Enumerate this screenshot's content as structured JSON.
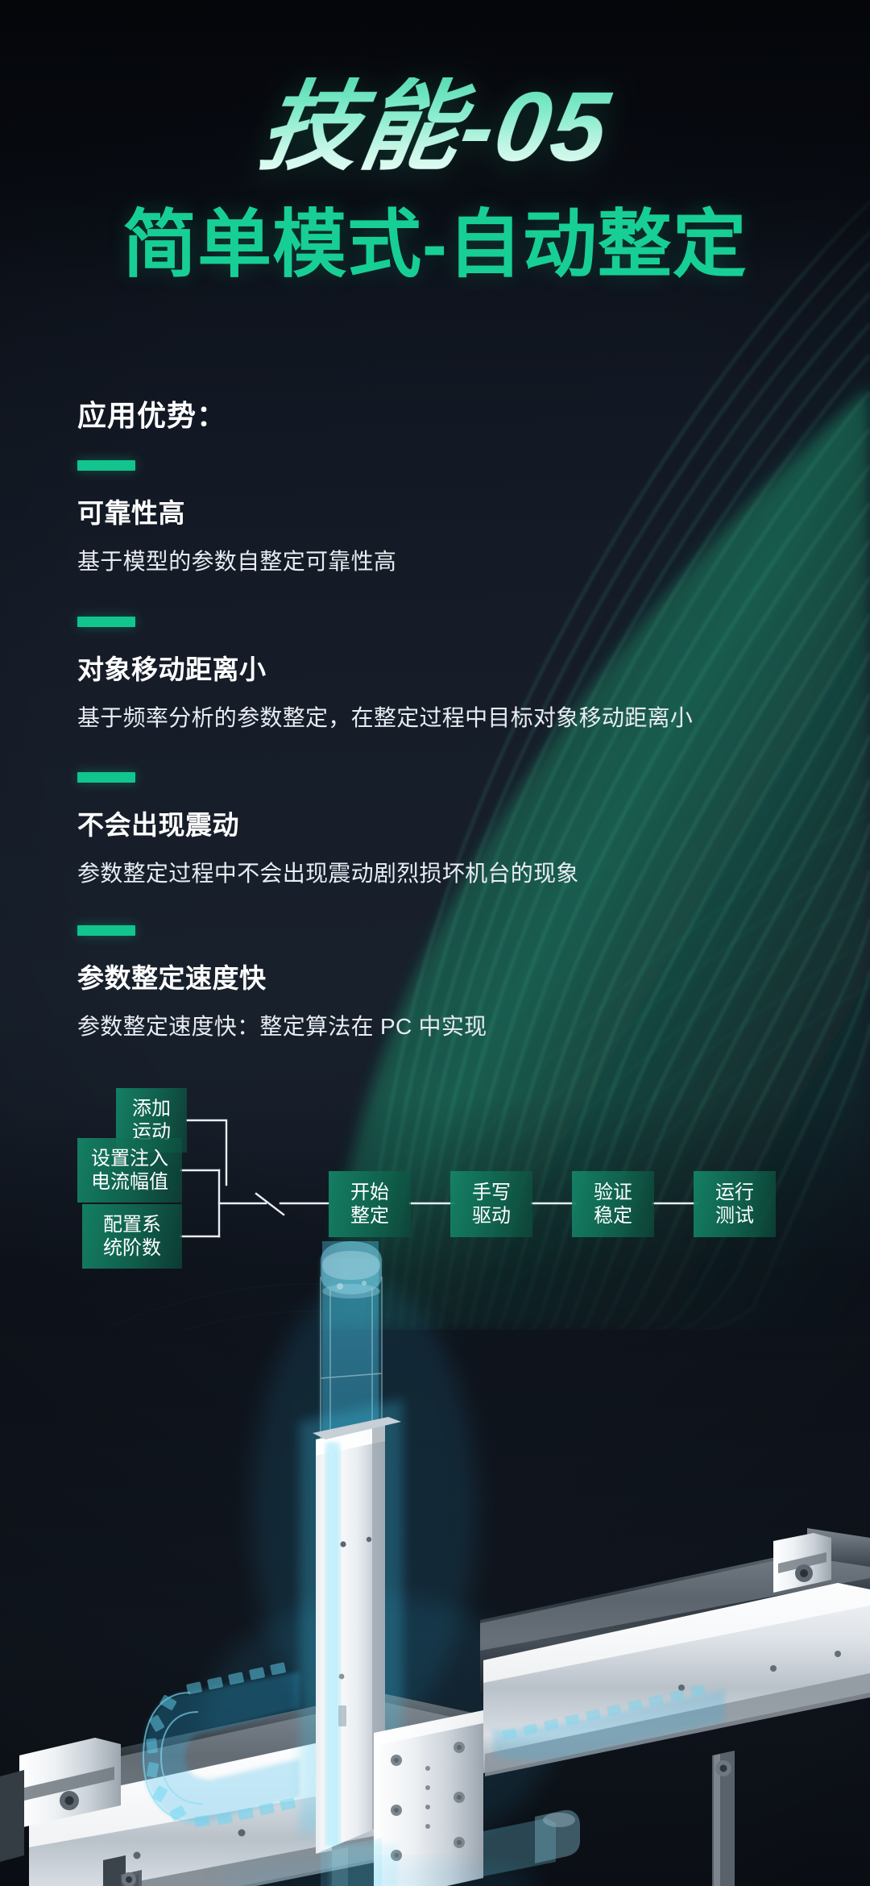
{
  "header": {
    "skill_label": "技能-05",
    "subtitle": "简单模式-自动整定"
  },
  "advantages": {
    "heading": "应用优势：",
    "items": [
      {
        "title": "可靠性高",
        "desc": "基于模型的参数自整定可靠性高"
      },
      {
        "title": "对象移动距离小",
        "desc": "基于频率分析的参数整定，在整定过程中目标对象移动距离小"
      },
      {
        "title": "不会出现震动",
        "desc": "参数整定过程中不会出现震动剧烈损坏机台的现象"
      },
      {
        "title": "参数整定速度快",
        "desc": "参数整定速度快：整定算法在 PC 中实现"
      }
    ]
  },
  "flowchart": {
    "nodes": [
      {
        "id": "add-motion",
        "line1": "添加",
        "line2": "运动"
      },
      {
        "id": "set-current",
        "line1": "设置注入",
        "line2": "电流幅值"
      },
      {
        "id": "config-order",
        "line1": "配置系",
        "line2": "统阶数"
      },
      {
        "id": "start-tuning",
        "line1": "开始",
        "line2": "整定"
      },
      {
        "id": "manual-drive",
        "line1": "手写",
        "line2": "驱动"
      },
      {
        "id": "verify-stable",
        "line1": "验证",
        "line2": "稳定"
      },
      {
        "id": "run-test",
        "line1": "运行",
        "line2": "测试"
      }
    ]
  },
  "colors": {
    "background": "#080c14",
    "accent_green": "#12c48d",
    "subtitle_green": "#17cf94",
    "title_gradient_top": "#58dcb2",
    "title_gradient_bottom": "#e7fdf6",
    "node_green": "#148466",
    "machine_glow_cyan": "#3fc9ef"
  }
}
